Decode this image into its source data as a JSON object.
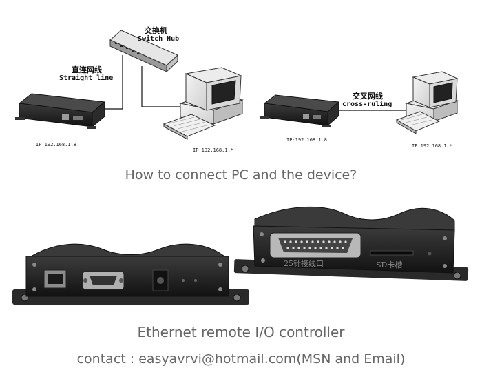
{
  "diagram": {
    "switch_label_cn": "交换机",
    "switch_label_en": "Switch Hub",
    "straight_label_cn": "直连网线",
    "straight_label_en": "Straight line",
    "cross_label_cn": "交叉网线",
    "cross_label_en": "cross-ruling",
    "ip_device_left": "IP:192.168.1.8",
    "ip_pc_left": "IP:192.168.1.*",
    "ip_device_right": "IP:192.168.1.8",
    "ip_pc_right": "IP:192.168.1.*"
  },
  "captions": {
    "question": "How to connect PC and the device?",
    "product": "Ethernet remote I/O controller",
    "contact": "contact : easyavrvi@hotmail.com(MSN and Email)"
  },
  "photo_labels": {
    "port_25pin": "25针接线口",
    "sd_slot": "SD卡槽"
  },
  "colors": {
    "device_body": "#1e1e1e",
    "caption_text": "#666666",
    "background": "#ffffff"
  }
}
